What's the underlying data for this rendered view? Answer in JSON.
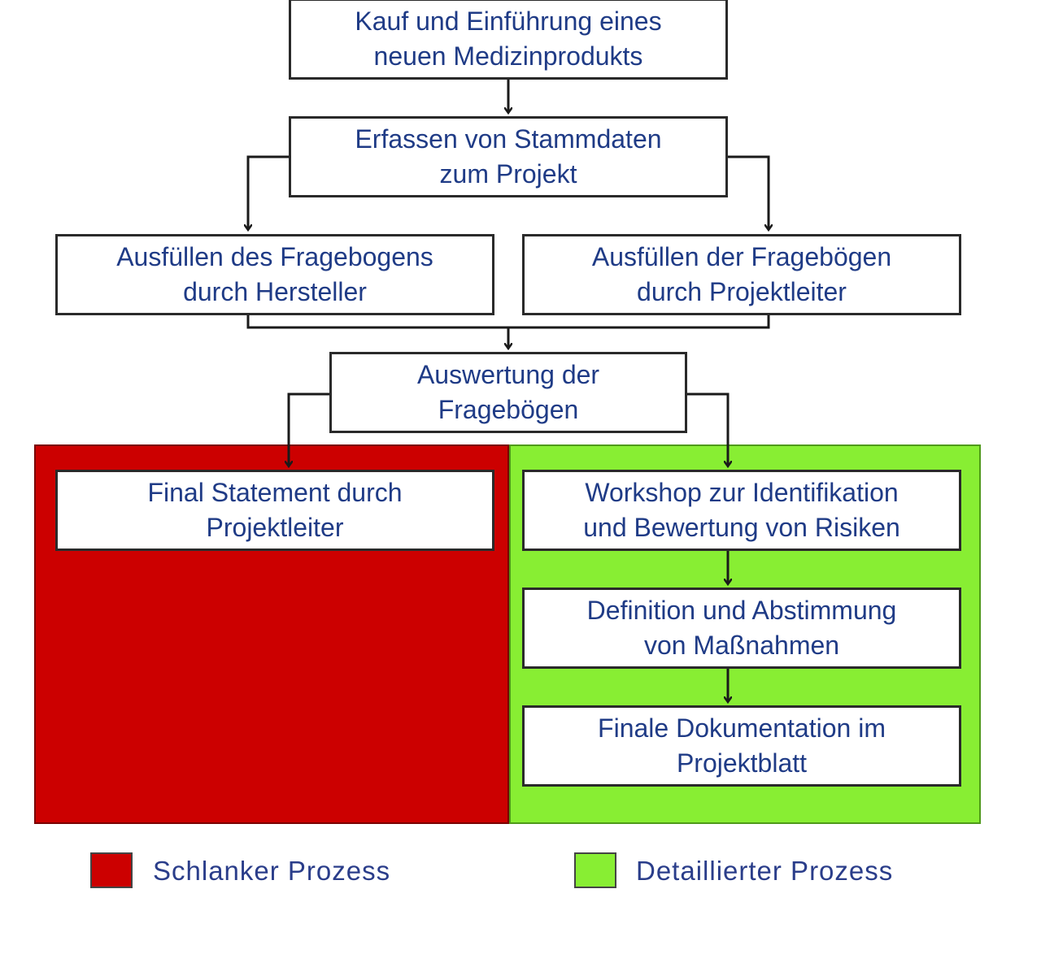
{
  "nodes": {
    "kauf": "Kauf und Einführung eines\nneuen Medizinprodukts",
    "stammdaten": "Erfassen von Stammdaten\nzum Projekt",
    "hersteller": "Ausfüllen des Fragebogens\ndurch Hersteller",
    "projektleiter": "Ausfüllen der Fragebögen\ndurch Projektleiter",
    "auswertung": "Auswertung der\nFragebögen",
    "final_statement": "Final Statement durch\nProjektleiter",
    "workshop": "Workshop zur Identifikation\nund Bewertung von Risiken",
    "definition": "Definition und Abstimmung\nvon Maßnahmen",
    "dokumentation": "Finale Dokumentation im\nProjektblatt"
  },
  "legend": {
    "lean_label": "Schlanker  Prozess",
    "lean_color": "#cc0000",
    "detailed_label": "Detaillierter  Prozess",
    "detailed_color": "#88ee33"
  },
  "edges": [
    [
      "kauf",
      "stammdaten"
    ],
    [
      "stammdaten",
      "hersteller"
    ],
    [
      "stammdaten",
      "projektleiter"
    ],
    [
      "hersteller",
      "auswertung"
    ],
    [
      "projektleiter",
      "auswertung"
    ],
    [
      "auswertung",
      "final_statement"
    ],
    [
      "auswertung",
      "workshop"
    ],
    [
      "workshop",
      "definition"
    ],
    [
      "definition",
      "dokumentation"
    ]
  ]
}
